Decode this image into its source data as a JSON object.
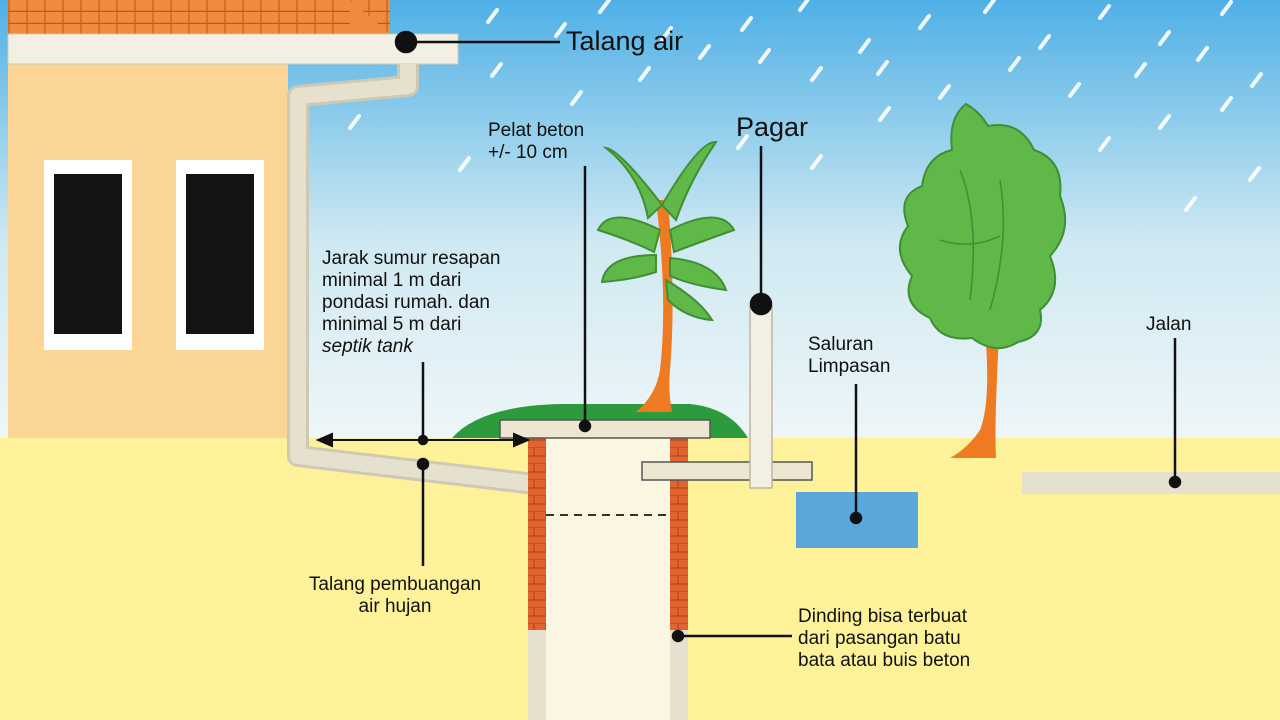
{
  "labels": {
    "talang_air": "Talang air",
    "pelat_beton": [
      "Pelat beton",
      "+/- 10 cm"
    ],
    "pagar": "Pagar",
    "jarak": [
      "Jarak sumur resapan",
      "minimal 1 m dari",
      "pondasi rumah. dan",
      "minimal 5 m dari",
      "septik tank"
    ],
    "saluran": [
      "Saluran",
      "Limpasan"
    ],
    "jalan": "Jalan",
    "talang_pembuangan": [
      "Talang pembuangan",
      "air hujan"
    ],
    "dinding": [
      "Dinding bisa terbuat",
      "dari pasangan batu",
      "bata atau buis beton"
    ]
  },
  "colors": {
    "sky_top": "#4fb0e6",
    "sky_bottom": "#eef6f8",
    "ground": "#fdf29a",
    "house_wall": "#fad596",
    "roof_tile": "#f08a3c",
    "window_frame": "#ffffff",
    "window_glass": "#141414",
    "pipe": "#e6e1cf",
    "concrete_slab": "#ece6d2",
    "brick": "#e2632f",
    "well_interior": "#fbf6e2",
    "grass": "#2e9a3e",
    "leaf": "#5fb848",
    "trunk": "#ee7a22",
    "water": "#5aa7dc",
    "road": "#e6e1cf",
    "leader_line": "#111111"
  }
}
